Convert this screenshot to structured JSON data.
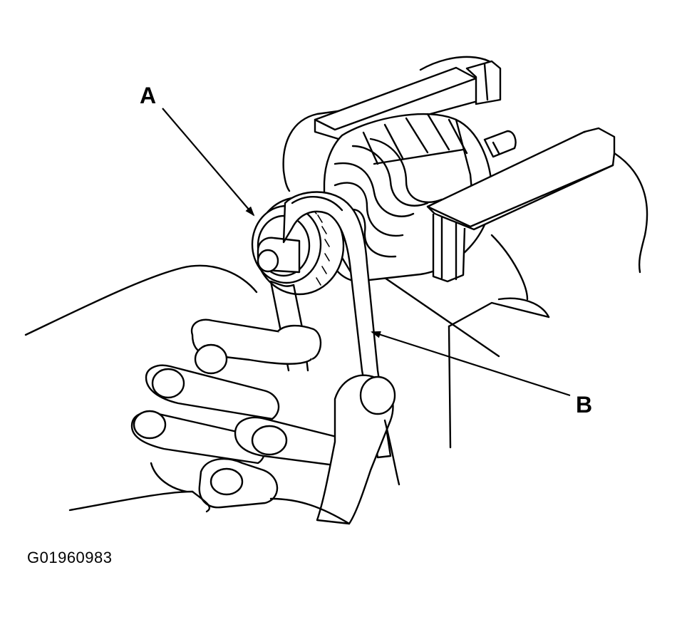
{
  "figure": {
    "callouts": [
      {
        "id": "A",
        "label": "A"
      },
      {
        "id": "B",
        "label": "B"
      }
    ],
    "figure_id": "G01960983"
  }
}
